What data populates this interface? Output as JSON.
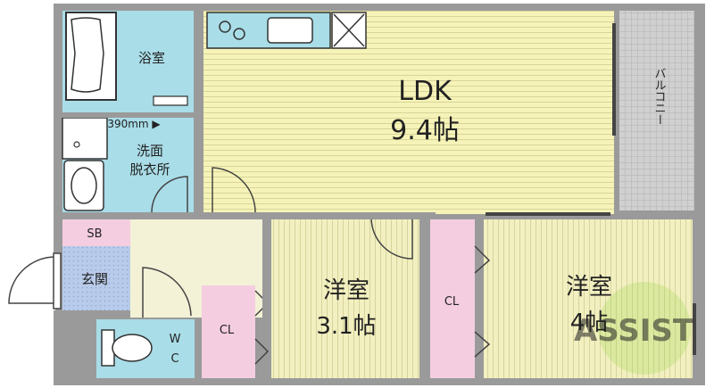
{
  "colors": {
    "wet": "#a9dde8",
    "ldk": "#f6f3b8",
    "hall": "#f3f1d6",
    "tatami": "#f2f0c0",
    "closet": "#f4cde0",
    "entrance": "#b9cbea",
    "balcony": "#c9c9c9",
    "wall": "#5a5a5a",
    "logo_green": "#9fd84a"
  },
  "rooms": {
    "bath": "浴室",
    "wash_line1": "洗面",
    "wash_line2": "脱衣所",
    "ldk_name": "LDK",
    "ldk_size": "9.4帖",
    "balcony": "バルコニー",
    "sb": "SB",
    "entrance": "玄関",
    "wc_line1": "W",
    "wc_line2": "C",
    "west_name": "洋室",
    "west_size": "3.1帖",
    "west_cl": "CL",
    "east_name": "洋室",
    "east_size": "4帖",
    "east_cl": "CL"
  },
  "annotations": {
    "width_note": "390mm ▶"
  },
  "logo": "ASSIST"
}
